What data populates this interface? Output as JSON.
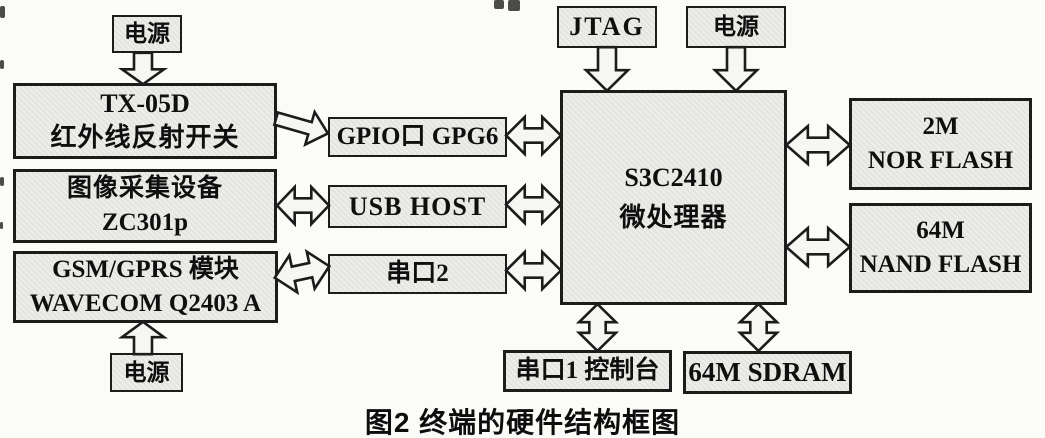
{
  "caption": "图2 终端的硬件结构框图",
  "colors": {
    "page_bg": "#fbfbf8",
    "box_fill": "#e7e7e3",
    "box_border": "#1c1c1c",
    "arrow_fill": "#f6f6f3",
    "text": "#0f0f0f"
  },
  "nodes": {
    "power_top_left": {
      "label": "电源"
    },
    "tx05d": {
      "line1": "TX-05D",
      "line2": "红外线反射开关"
    },
    "camera": {
      "line1": "图像采集设备",
      "line2": "ZC301p"
    },
    "gsm": {
      "line1": "GSM/GPRS 模块",
      "line2": "WAVECOM Q2403 A"
    },
    "power_bottom_left": {
      "label": "电源"
    },
    "gpio": {
      "label": "GPIO口 GPG6"
    },
    "usb_host": {
      "label": "USB HOST"
    },
    "serial2": {
      "label": "串口2"
    },
    "jtag": {
      "label": "JTAG"
    },
    "power_top_right": {
      "label": "电源"
    },
    "cpu": {
      "line1": "S3C2410",
      "line2": "微处理器"
    },
    "nor_flash": {
      "line1": "2M",
      "line2": "NOR FLASH"
    },
    "nand_flash": {
      "line1": "64M",
      "line2": "NAND FLASH"
    },
    "serial1_console": {
      "label": "串口1 控制台"
    },
    "sdram": {
      "label": "64M SDRAM"
    }
  },
  "connections": [
    {
      "from": "power_top_left",
      "to": "tx05d",
      "direction": "one-way-down"
    },
    {
      "from": "tx05d",
      "to": "gpio",
      "direction": "one-way-right"
    },
    {
      "from": "camera",
      "to": "usb_host",
      "direction": "two-way"
    },
    {
      "from": "gsm",
      "to": "serial2",
      "direction": "two-way"
    },
    {
      "from": "power_bottom_left",
      "to": "gsm",
      "direction": "one-way-up"
    },
    {
      "from": "gpio",
      "to": "cpu",
      "direction": "two-way"
    },
    {
      "from": "usb_host",
      "to": "cpu",
      "direction": "two-way"
    },
    {
      "from": "serial2",
      "to": "cpu",
      "direction": "two-way"
    },
    {
      "from": "jtag",
      "to": "cpu",
      "direction": "one-way-down"
    },
    {
      "from": "power_top_right",
      "to": "cpu",
      "direction": "one-way-down"
    },
    {
      "from": "cpu",
      "to": "nor_flash",
      "direction": "two-way"
    },
    {
      "from": "cpu",
      "to": "nand_flash",
      "direction": "two-way"
    },
    {
      "from": "cpu",
      "to": "serial1_console",
      "direction": "two-way"
    },
    {
      "from": "cpu",
      "to": "sdram",
      "direction": "two-way"
    }
  ]
}
